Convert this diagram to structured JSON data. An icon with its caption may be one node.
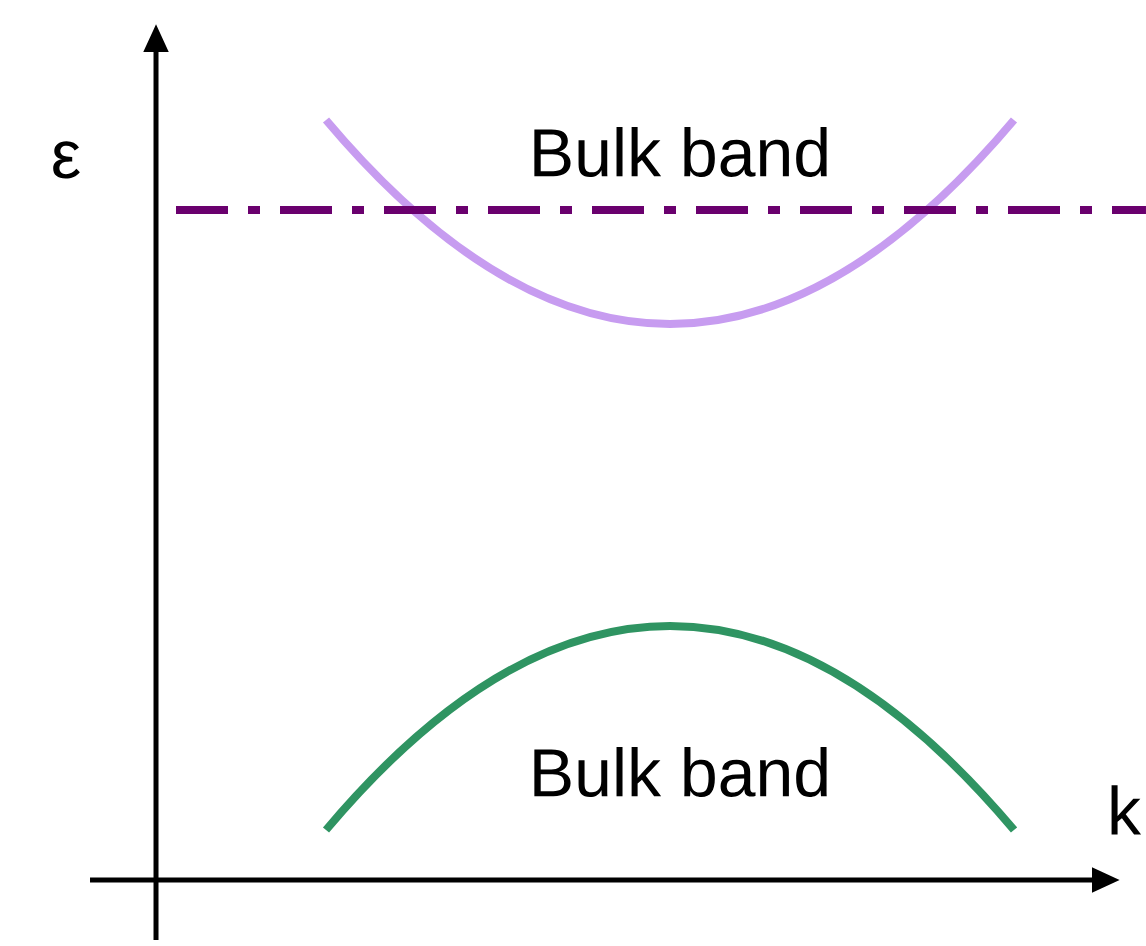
{
  "diagram": {
    "labels": [
      "ε",
      "Bulk band",
      "Bulk band",
      "k"
    ]
  }
}
